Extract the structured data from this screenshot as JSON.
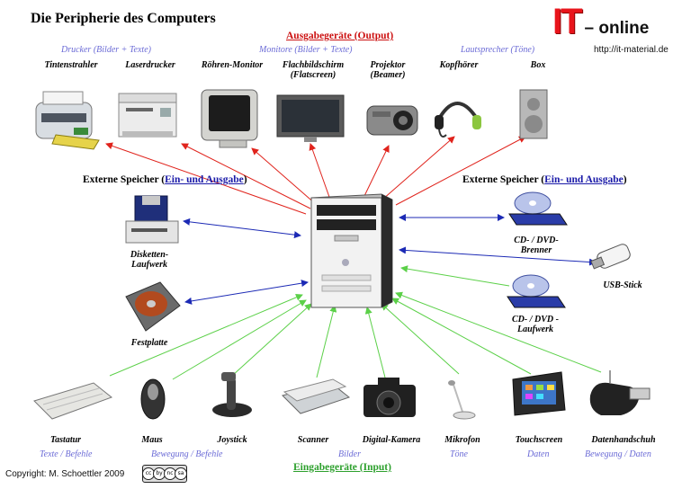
{
  "title": "Die Peripherie des Computers",
  "logo": {
    "it": "IT",
    "online": "– online",
    "url": "http://it-material.de"
  },
  "output_heading": "Ausgabegeräte (Output)",
  "input_heading": "Eingabegeräte (Input)",
  "categories": {
    "printers": "Drucker (Bilder + Texte)",
    "monitors": "Monitore (Bilder + Texte)",
    "speakers": "Lautsprecher (Töne)"
  },
  "output_devices": [
    {
      "label": "Tintenstrahler"
    },
    {
      "label": "Laserdrucker"
    },
    {
      "label": "Röhren-Monitor"
    },
    {
      "label": "Flachbildschirm\n(Flatscreen)"
    },
    {
      "label": "Projektor\n(Beamer)"
    },
    {
      "label": "Kopfhörer"
    },
    {
      "label": "Box"
    }
  ],
  "storage_heading": {
    "prefix": "Externe Speicher (",
    "highlight": "Ein- und Ausgabe",
    "suffix": ")"
  },
  "storage_left": [
    {
      "label": "Disketten-\nLaufwerk"
    },
    {
      "label": "Festplatte"
    }
  ],
  "storage_right": [
    {
      "label": "CD- / DVD-\nBrenner"
    },
    {
      "label": "USB-Stick"
    },
    {
      "label": "CD- / DVD -\nLaufwerk"
    }
  ],
  "input_devices": [
    {
      "label": "Tastatur",
      "category": "Texte / Befehle"
    },
    {
      "label": "Maus",
      "category": "Bewegung / Befehle"
    },
    {
      "label": "Joystick",
      "category": ""
    },
    {
      "label": "Scanner",
      "category": "Bilder"
    },
    {
      "label": "Digital-Kamera",
      "category": ""
    },
    {
      "label": "Mikrofon",
      "category": "Töne"
    },
    {
      "label": "Touchscreen",
      "category": "Daten"
    },
    {
      "label": "Datenhandschuh",
      "category": "Bewegung / Daten"
    }
  ],
  "copyright": "Copyright: M. Schoettler 2009",
  "cc_badge": [
    "cc",
    "by",
    "nc",
    "sa"
  ],
  "colors": {
    "output_arrow": "#e0231c",
    "input_arrow": "#5bd048",
    "storage_arrow": "#1c2ab5",
    "category_text": "#6b6bd6",
    "output_heading": "#cc1111",
    "input_heading": "#2da02d",
    "logo_red": "#e8141b"
  }
}
